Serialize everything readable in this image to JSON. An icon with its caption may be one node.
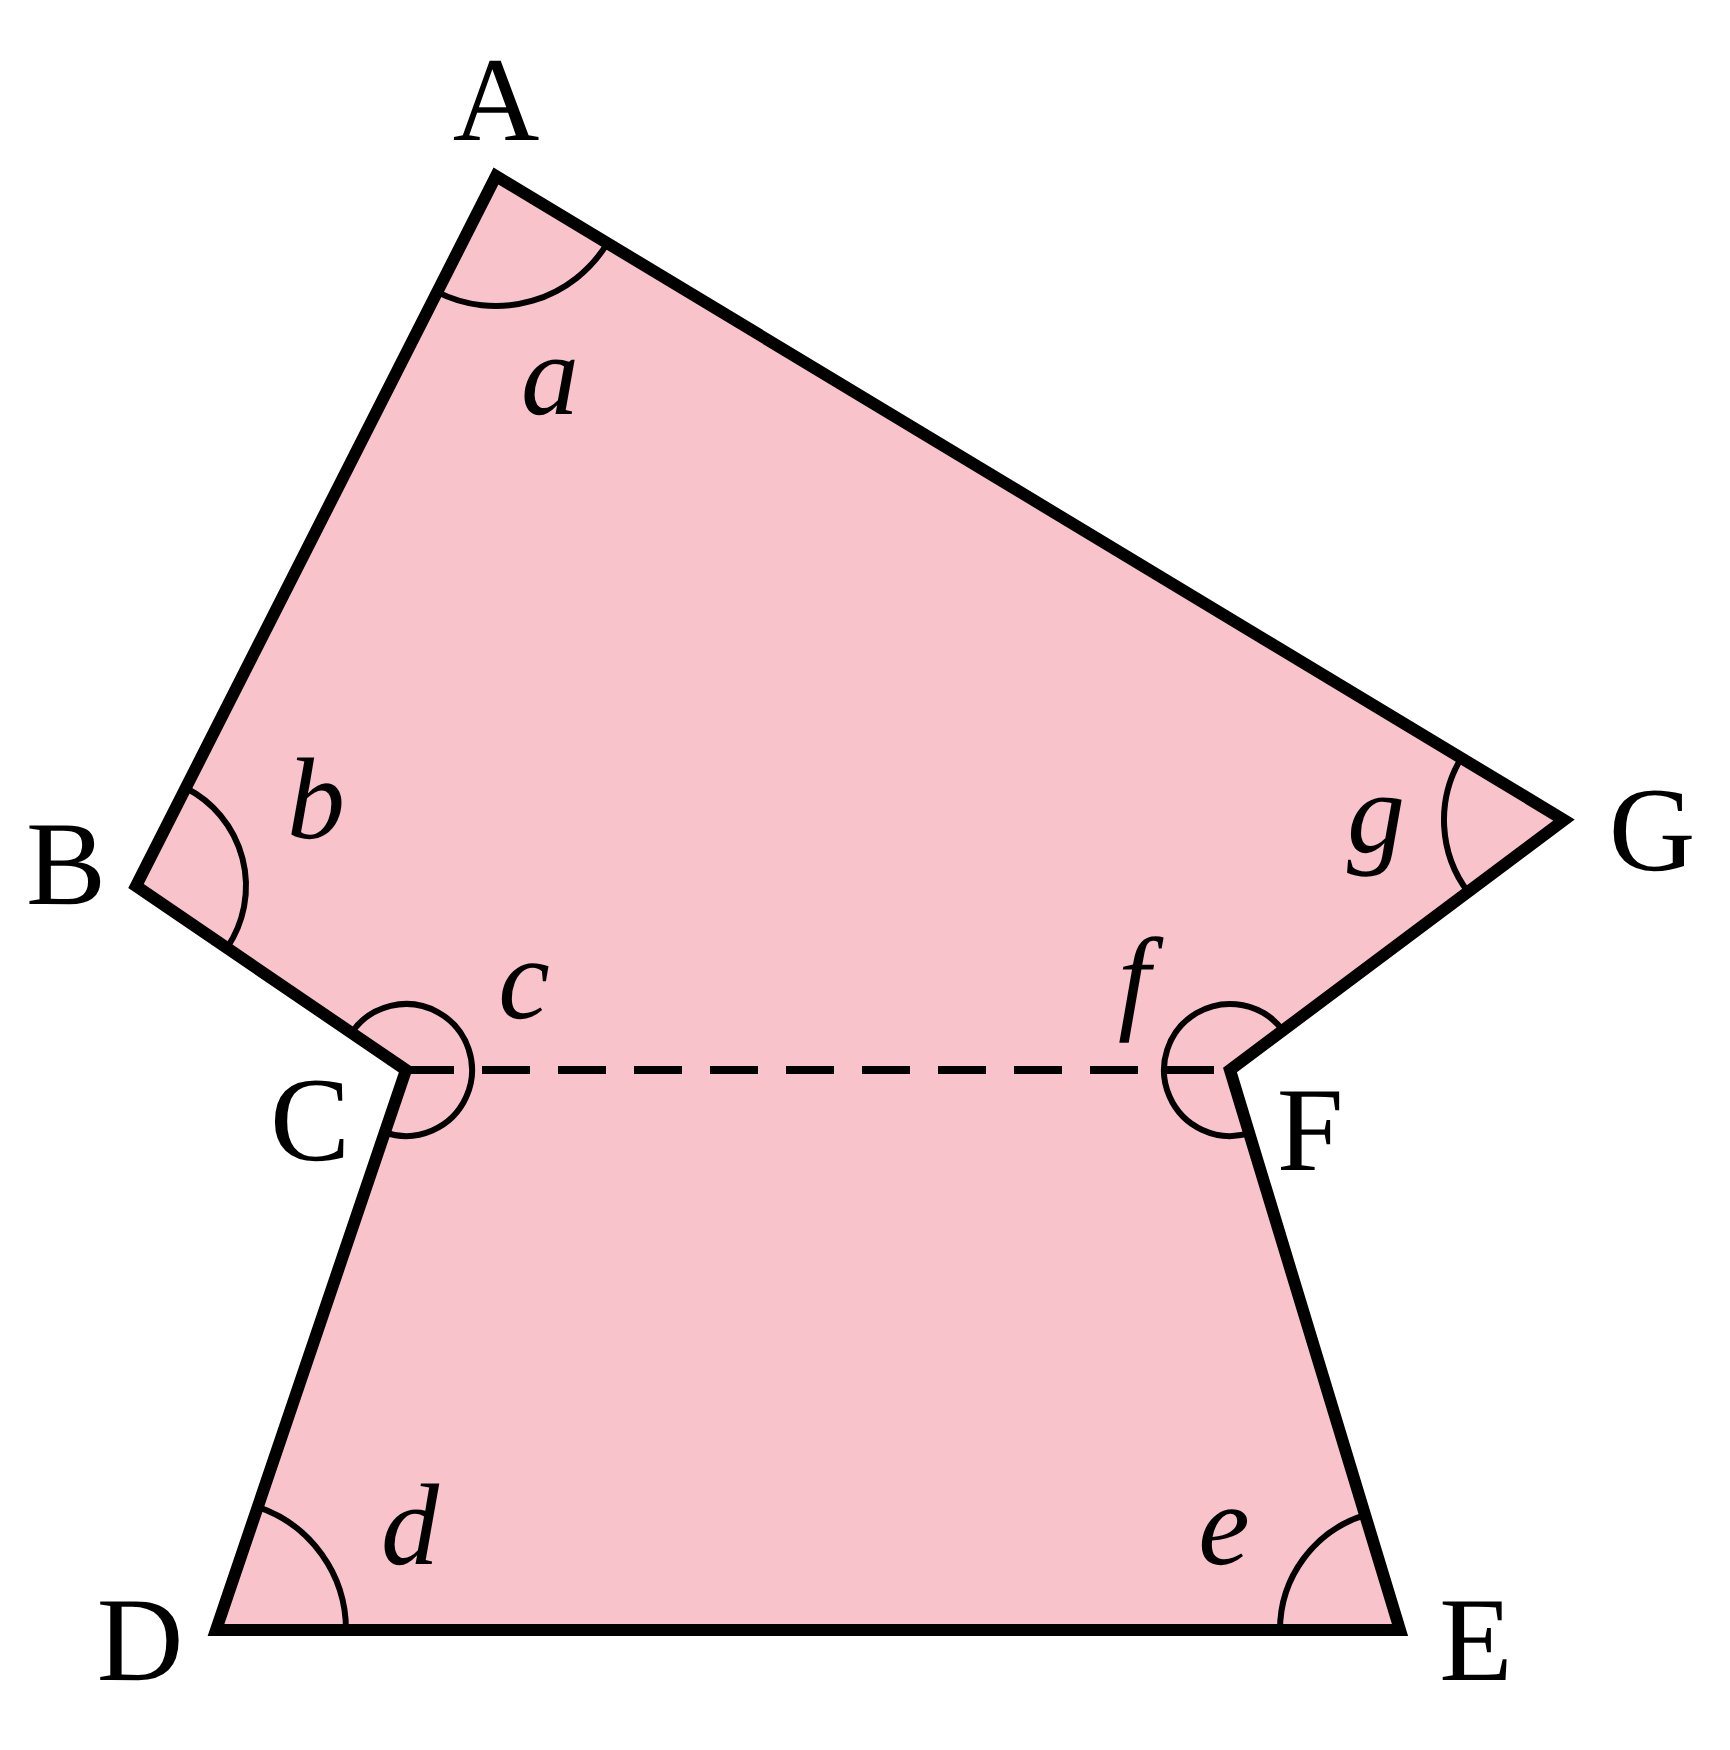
{
  "diagram": {
    "labels": [
      "A",
      "a",
      "B",
      "b",
      "g",
      "G",
      "c",
      "f",
      "C",
      "F",
      "d",
      "e",
      "D",
      "E"
    ]
  }
}
